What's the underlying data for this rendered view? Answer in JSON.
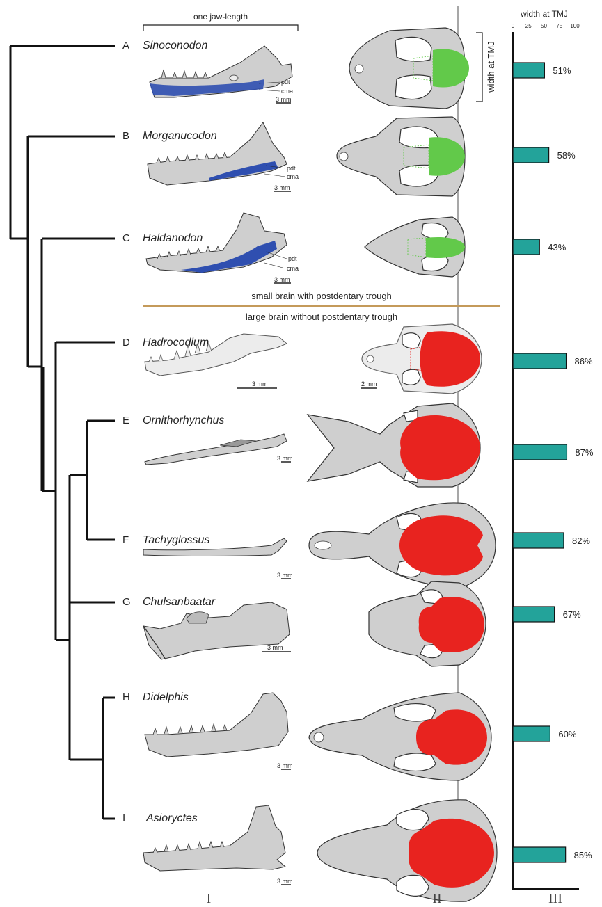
{
  "header": {
    "jaw_length_label": "one jaw-length",
    "width_at_tmj_vertical": "width at TMJ",
    "chart_title": "width at TMJ"
  },
  "divider": {
    "above": "small brain with postdentary trough",
    "below": "large brain without postdentary trough"
  },
  "columns": [
    "I",
    "II",
    "III"
  ],
  "annotations": {
    "pdt": "pdt",
    "cma": "cma"
  },
  "colors": {
    "trough_blue": "#2f4fb0",
    "small_brain_green": "#62c94a",
    "large_brain_red": "#e8231f",
    "bar_teal": "#23a39a",
    "divider_gold": "#c49a5a"
  },
  "taxa": [
    {
      "letter": "A",
      "name": "Sinoconodon",
      "scale": "3 mm",
      "percent_label": "51%"
    },
    {
      "letter": "B",
      "name": "Morganucodon",
      "scale": "3 mm",
      "percent_label": "58%"
    },
    {
      "letter": "C",
      "name": "Haldanodon",
      "scale": "3 mm",
      "percent_label": "43%"
    },
    {
      "letter": "D",
      "name": "Hadrocodium",
      "scale": "3 mm",
      "skull_scale": "2 mm",
      "percent_label": "86%"
    },
    {
      "letter": "E",
      "name": "Ornithorhynchus",
      "scale": "3 mm",
      "percent_label": "87%"
    },
    {
      "letter": "F",
      "name": "Tachyglossus",
      "scale": "3 mm",
      "percent_label": "82%"
    },
    {
      "letter": "G",
      "name": "Chulsanbaatar",
      "scale": "3 mm",
      "percent_label": "67%"
    },
    {
      "letter": "H",
      "name": "Didelphis",
      "scale": "3 mm",
      "percent_label": "60%"
    },
    {
      "letter": "I",
      "name": "Asioryctes",
      "scale": "3 mm",
      "percent_label": "85%"
    }
  ],
  "chart_data": {
    "type": "bar",
    "orientation": "horizontal",
    "title": "width at TMJ",
    "categories": [
      "Sinoconodon",
      "Morganucodon",
      "Haldanodon",
      "Hadrocodium",
      "Ornithorhynchus",
      "Tachyglossus",
      "Chulsanbaatar",
      "Didelphis",
      "Asioryctes"
    ],
    "values": [
      51,
      58,
      43,
      86,
      87,
      82,
      67,
      60,
      85
    ],
    "xlim": [
      0,
      100
    ],
    "ticks": [
      "0",
      "25",
      "50",
      "75",
      "100"
    ],
    "grid": false
  }
}
